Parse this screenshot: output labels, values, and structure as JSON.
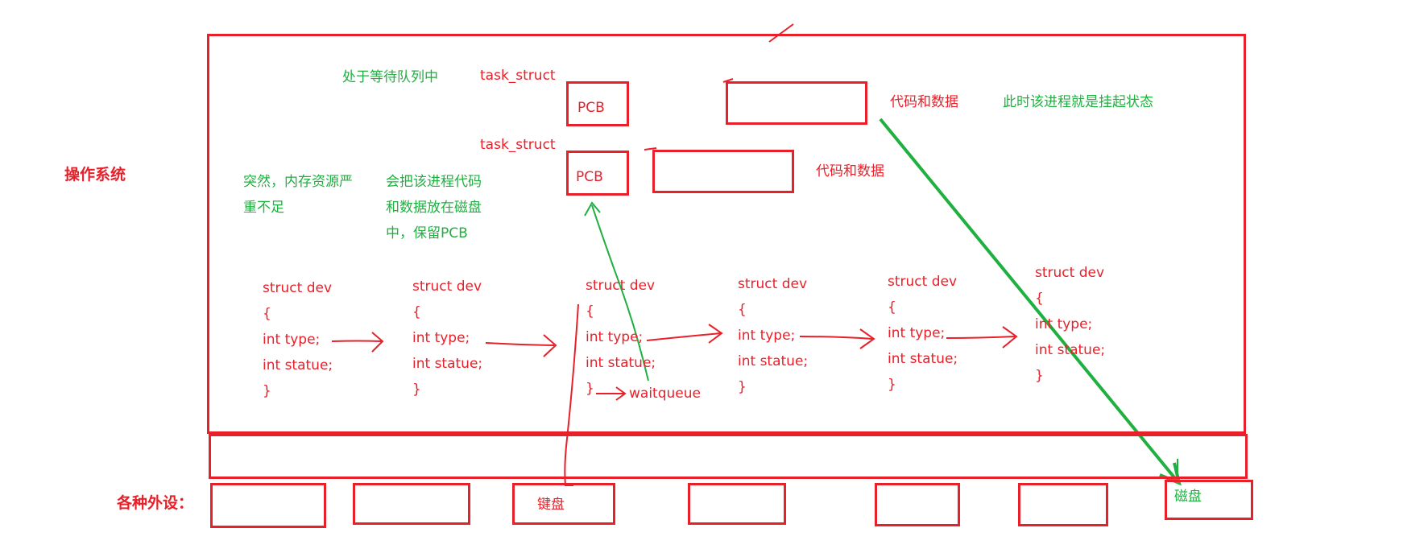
{
  "colors": {
    "red": "#e8202a",
    "green": "#1fb040"
  },
  "labels": {
    "os": "操作系统",
    "peripherals": "各种外设：",
    "waiting_queue": "处于等待队列中",
    "task_struct_1": "task_struct",
    "task_struct_2": "task_struct",
    "pcb_1": "PCB",
    "pcb_2": "PCB",
    "code_data_1": "代码和数据",
    "code_data_2": "代码和数据",
    "suspended_state": "此时该进程就是挂起状态",
    "memory_shortage": [
      "突然，内存资源严",
      "重不足"
    ],
    "swap_out_note": [
      "会把该进程代码",
      "和数据放在磁盘",
      "中，保留PCB"
    ],
    "waitqueue": "waitqueue",
    "keyboard": "键盘",
    "disk": "磁盘"
  },
  "struct_dev": {
    "lines": [
      "struct dev",
      "{",
      "int type;",
      "int statue;",
      "}"
    ],
    "count": 6
  }
}
